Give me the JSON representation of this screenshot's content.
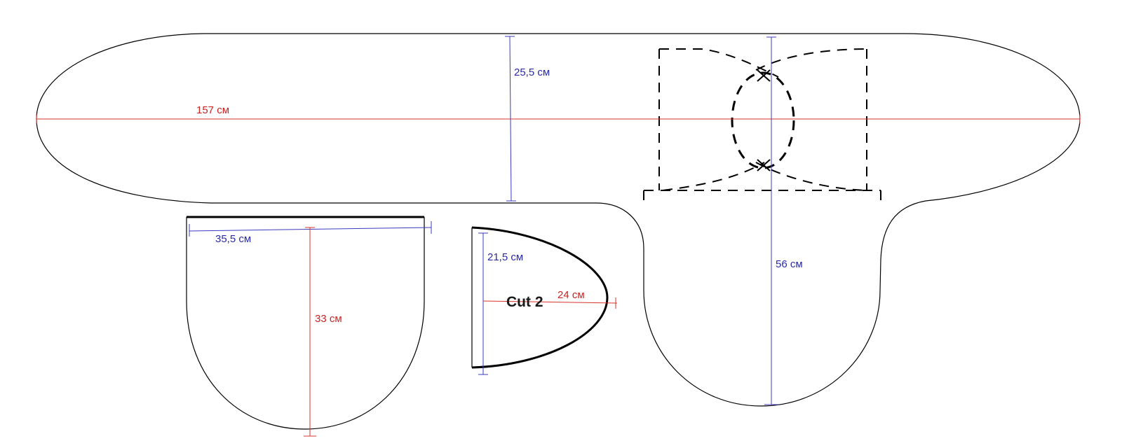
{
  "colors": {
    "outline": "#000000",
    "dimension_red": "#d8332b",
    "dimension_blue": "#3b3bc0",
    "label_red": "#cc2222",
    "label_blue": "#2a2aa8"
  },
  "dimensions": {
    "total_length": "157 см",
    "band_width": "25,5 см",
    "back_piece_length": "56 см",
    "side_piece_width": "35,5 см",
    "side_piece_height": "33 см",
    "ear_height": "21,5 см",
    "ear_width": "24 см"
  },
  "labels": {
    "ear_cut": "Cut 2"
  }
}
